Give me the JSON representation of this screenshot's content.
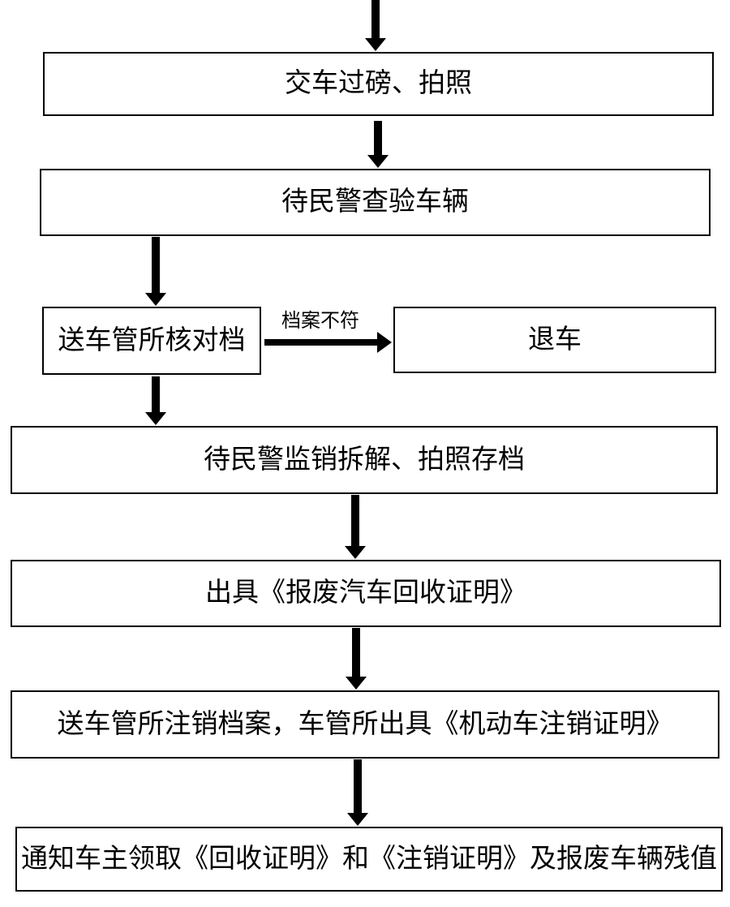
{
  "flowchart": {
    "nodes": [
      {
        "id": "deliver-weigh-photo",
        "label": "交车过磅、拍照"
      },
      {
        "id": "police-inspect-vehicle",
        "label": "待民警查验车辆"
      },
      {
        "id": "verify-archive",
        "label": "送车管所核对档"
      },
      {
        "id": "return-vehicle",
        "label": "退车"
      },
      {
        "id": "supervised-dismantle",
        "label": "待民警监销拆解、拍照存档"
      },
      {
        "id": "issue-recycle-cert",
        "label": "出具《报废汽车回收证明》"
      },
      {
        "id": "deregister-archive",
        "label": "送车管所注销档案，车管所出具《机动车注销证明》"
      },
      {
        "id": "notify-owner",
        "label": "通知车主领取《回收证明》和《注销证明》及报废车辆残值"
      }
    ],
    "edge_labels": {
      "files_mismatch": "档案不符"
    },
    "colors": {
      "line": "#000000",
      "text": "#000000",
      "box_background": "#ffffff",
      "page_background": "#ffffff"
    }
  }
}
